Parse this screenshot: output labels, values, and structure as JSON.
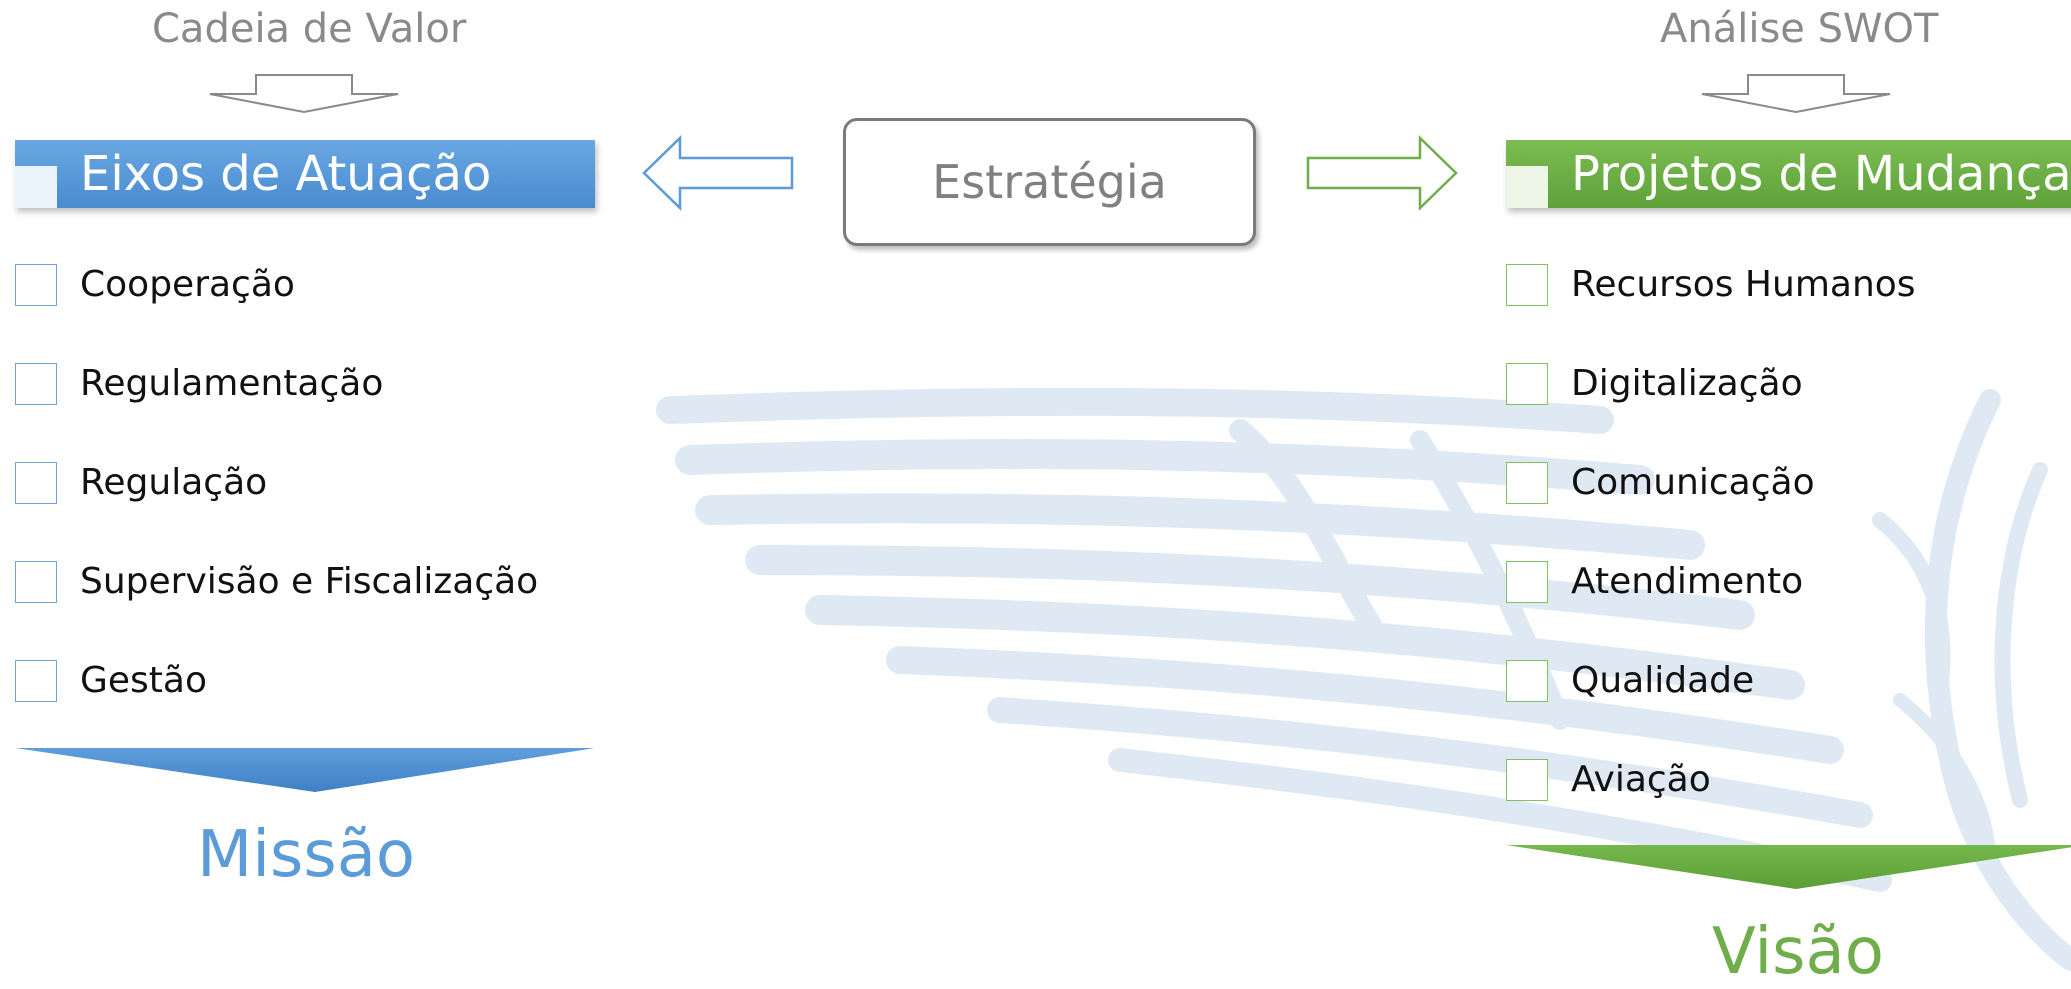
{
  "left_panel": {
    "source_label": "Cadeia de Valor",
    "header": "Eixos de Atuação",
    "items": [
      "Cooperação",
      "Regulamentação",
      "Regulação",
      "Supervisão e Fiscalização",
      "Gestão"
    ],
    "outcome": "Missão",
    "accent_color": "#4a8bd0"
  },
  "center": {
    "label": "Estratégia"
  },
  "right_panel": {
    "source_label": "Análise SWOT",
    "header": "Projetos de Mudança",
    "items": [
      "Recursos Humanos",
      "Digitalização",
      "Comunicação",
      "Atendimento",
      "Qualidade",
      "Aviação"
    ],
    "outcome": "Visão",
    "accent_color": "#5ea23a"
  },
  "icons": {
    "watermark": "winged-emblem-icon",
    "left_arrow": "hollow-arrow-left-icon",
    "right_arrow": "hollow-arrow-right-icon",
    "down_arrows": "hollow-arrow-down-icon",
    "chevrons": "chevron-down-banner-icon"
  }
}
